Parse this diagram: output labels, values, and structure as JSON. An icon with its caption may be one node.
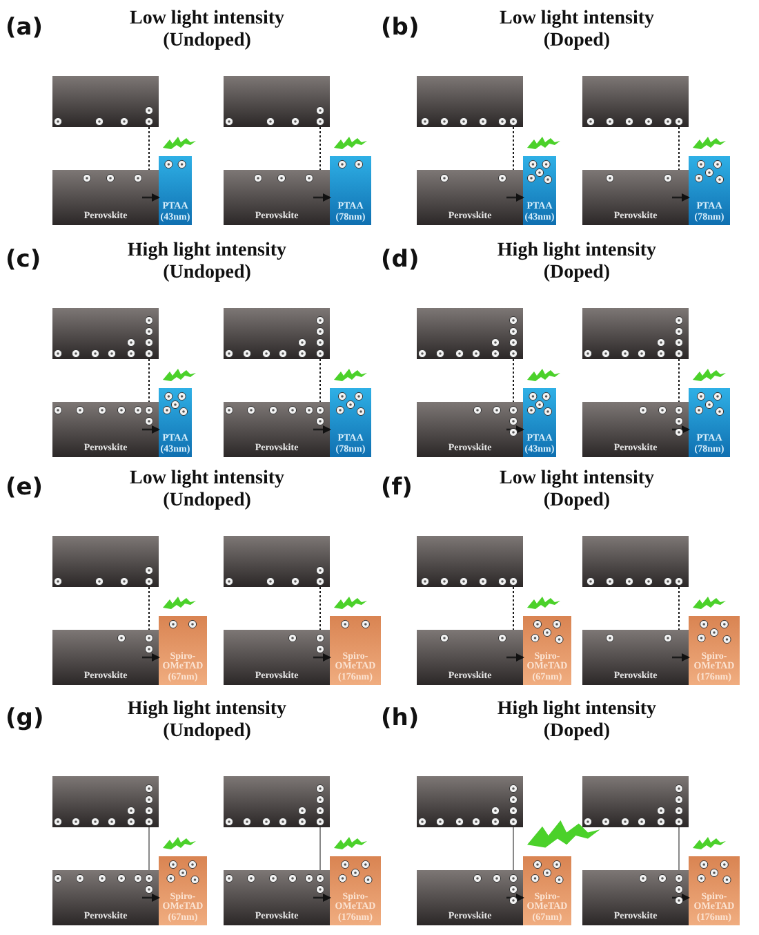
{
  "diagram": {
    "nodes": [
      {
        "text": [],
        "shape": "box"
      },
      {
        "text": [
          "Perovskite"
        ]
      },
      {
        "text": [
          "PTAA (43nm)"
        ]
      },
      {
        "text": [],
        "shape": "box"
      },
      {
        "text": [
          "Perovskite"
        ]
      },
      {
        "text": [
          "PTAA (78nm)"
        ]
      },
      {
        "text": [],
        "shape": "box"
      },
      {
        "text": [
          "Perovskite"
        ]
      },
      {
        "text": [
          "PTAA (43nm)"
        ]
      },
      {
        "text": [],
        "shape": "box"
      },
      {
        "text": [
          "Perovskite"
        ]
      },
      {
        "text": [
          "PTAA (78nm)"
        ]
      },
      {
        "text": [],
        "shape": "box"
      },
      {
        "text": [
          "Perovskite"
        ]
      },
      {
        "text": [
          "PTAA (43nm)"
        ]
      },
      {
        "text": [],
        "shape": "box"
      },
      {
        "text": [
          "Perovskite"
        ]
      },
      {
        "text": [
          "PTAA (78nm)"
        ]
      },
      {
        "text": [],
        "shape": "box"
      },
      {
        "text": [
          "Perovskite"
        ]
      },
      {
        "text": [
          "PTAA (43nm)"
        ]
      },
      {
        "text": [],
        "shape": "box"
      },
      {
        "text": [
          "Perovskite"
        ]
      },
      {
        "text": [
          "PTAA (78nm)"
        ]
      },
      {
        "text": [],
        "shape": "box"
      },
      {
        "text": [
          "Perovskite"
        ]
      },
      {
        "text": [
          "Spiro-OMeTAD (67nm)"
        ]
      },
      {
        "text": [],
        "shape": "box"
      },
      {
        "text": [
          "Perovskite"
        ]
      },
      {
        "text": [
          "Spiro-OMeTAD (176nm)"
        ]
      },
      {
        "text": [],
        "shape": "box"
      },
      {
        "text": [
          "Perovskite"
        ]
      },
      {
        "text": [
          "Spiro-OMeTAD (67nm)"
        ]
      },
      {
        "text": [],
        "shape": "box"
      },
      {
        "text": [
          "Perovskite"
        ]
      },
      {
        "text": [
          "Spiro-OMeTAD (176nm)"
        ]
      },
      {
        "text": [],
        "shape": "box"
      },
      {
        "text": [
          "Perovskite"
        ]
      },
      {
        "text": [
          "Spiro-OMeTAD (67nm)"
        ]
      },
      {
        "text": [],
        "shape": "box"
      },
      {
        "text": [
          "Perovskite"
        ]
      },
      {
        "text": [
          "Spiro-OMeTAD (176nm)"
        ]
      },
      {
        "text": [],
        "shape": "box"
      },
      {
        "text": [
          "Perovskite"
        ]
      },
      {
        "text": [
          "Spiro-OMeTAD (67nm)"
        ]
      },
      {
        "text": [],
        "shape": "box"
      },
      {
        "text": [
          "Perovskite"
        ]
      },
      {
        "text": [
          "Spiro-OMeTAD (176nm)"
        ]
      }
    ],
    "edges": [
      {
        "from": 0,
        "to": 1,
        "arrow": "none",
        "style": "dashed"
      },
      {
        "from": 1,
        "to": 2,
        "arrow": "to"
      },
      {
        "from": 3,
        "to": 4,
        "arrow": "none",
        "style": "dashed"
      },
      {
        "from": 4,
        "to": 5,
        "arrow": "to"
      },
      {
        "from": 6,
        "to": 7,
        "arrow": "none",
        "style": "dashed"
      },
      {
        "from": 7,
        "to": 8,
        "arrow": "to"
      },
      {
        "from": 9,
        "to": 10,
        "arrow": "none",
        "style": "dashed"
      },
      {
        "from": 10,
        "to": 11,
        "arrow": "to"
      },
      {
        "from": 12,
        "to": 13,
        "arrow": "none",
        "style": "dashed"
      },
      {
        "from": 13,
        "to": 14,
        "arrow": "to"
      },
      {
        "from": 15,
        "to": 16,
        "arrow": "none",
        "style": "dashed"
      },
      {
        "from": 16,
        "to": 17,
        "arrow": "to"
      },
      {
        "from": 18,
        "to": 19,
        "arrow": "none",
        "style": "dashed"
      },
      {
        "from": 19,
        "to": 20,
        "arrow": "to"
      },
      {
        "from": 21,
        "to": 22,
        "arrow": "none",
        "style": "dashed"
      },
      {
        "from": 22,
        "to": 23,
        "arrow": "to"
      },
      {
        "from": 24,
        "to": 25,
        "arrow": "none",
        "style": "dashed"
      },
      {
        "from": 25,
        "to": 26,
        "arrow": "to"
      },
      {
        "from": 27,
        "to": 28,
        "arrow": "none",
        "style": "dashed"
      },
      {
        "from": 28,
        "to": 29,
        "arrow": "to"
      },
      {
        "from": 30,
        "to": 31,
        "arrow": "none",
        "style": "dashed"
      },
      {
        "from": 31,
        "to": 32,
        "arrow": "to"
      },
      {
        "from": 33,
        "to": 34,
        "arrow": "none",
        "style": "dashed"
      },
      {
        "from": 34,
        "to": 35,
        "arrow": "to"
      },
      {
        "from": 36,
        "to": 37,
        "arrow": "none",
        "color": "#888888"
      },
      {
        "from": 37,
        "to": 38,
        "arrow": "to"
      },
      {
        "from": 39,
        "to": 40,
        "arrow": "none",
        "color": "#888888"
      },
      {
        "from": 40,
        "to": 41,
        "arrow": "to"
      },
      {
        "from": 42,
        "to": 43,
        "arrow": "none",
        "color": "#888888"
      },
      {
        "from": 43,
        "to": 44,
        "arrow": "to"
      },
      {
        "from": 45,
        "to": 46,
        "arrow": "none",
        "color": "#888888"
      },
      {
        "from": 46,
        "to": 47,
        "arrow": "to"
      }
    ],
    "labels": [
      "(a)",
      "Low light intensity (Undoped)",
      "(b)",
      "Low light intensity (Doped)",
      "(c)",
      "High light intensity (Undoped)",
      "(d)",
      "High light intensity (Doped)",
      "(e)",
      "Low light intensity (Undoped)",
      "(f)",
      "Low light intensity (Doped)",
      "(g)",
      "High light intensity (Undoped)",
      "(h)",
      "High light intensity (Doped)"
    ]
  }
}
